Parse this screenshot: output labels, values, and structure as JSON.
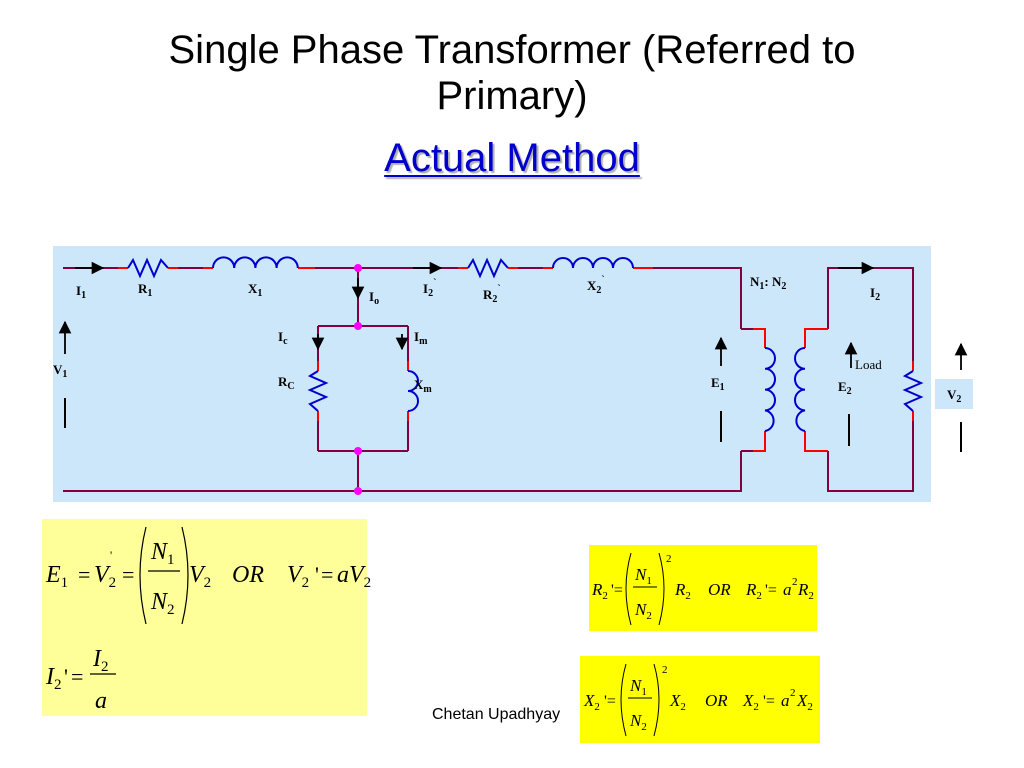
{
  "title": {
    "line1": "Single Phase Transformer (Referred to",
    "line2": "Primary)",
    "subtitle": "Actual Method"
  },
  "circuit": {
    "labels": {
      "I1": "I",
      "I1_sub": "1",
      "R1": "R",
      "R1_sub": "1",
      "X1": "X",
      "X1_sub": "1",
      "Io": "I",
      "Io_sub": "o",
      "I2p": "I",
      "I2p_sub": "2",
      "I2p_sup": "`",
      "R2p": "R",
      "R2p_sub": "2",
      "R2p_sup": "`",
      "X2p": "X",
      "X2p_sub": "2",
      "X2p_sup": "`",
      "Ic": "I",
      "Ic_sub": "c",
      "Im": "I",
      "Im_sub": "m",
      "RC": "R",
      "RC_sub": "C",
      "Xm": "X",
      "Xm_sub": "m",
      "V1": "V",
      "V1_sub": "1",
      "E1": "E",
      "E1_sub": "1",
      "E2": "E",
      "E2_sub": "2",
      "N1": "N",
      "N1_sub": "1",
      "colon": ": ",
      "N2": "N",
      "N2_sub": "2",
      "I2": "I",
      "I2_sub": "2",
      "load": "Load",
      "V2": "V",
      "V2_sub": "2"
    },
    "colors": {
      "background": "#cce6fa",
      "wire": "#800040",
      "red_segment": "#ff0000",
      "component": "#0000cc",
      "node": "#ff00ff"
    }
  },
  "equations": {
    "eq1_line1": "E1 = V2` = (N1/N2) V2   OR   V2' = aV2",
    "eq1_line2": "I2' = I2 / a",
    "eq2": "R2' = (N1/N2)^2 R2   OR   R2' = a^2 R2",
    "eq3": "X2' = (N1/N2)^2 X2   OR   X2' = a^2 X2",
    "box_color_light": "#ffff99",
    "box_color_bright": "#ffff00"
  },
  "footer": "Chetan Upadhyay"
}
